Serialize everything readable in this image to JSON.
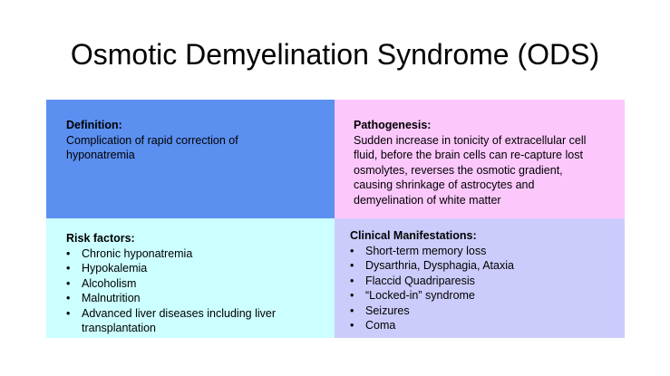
{
  "title": "Osmotic Demyelination Syndrome (ODS)",
  "colors": {
    "definition_bg": "#5b8ff0",
    "pathogenesis_bg": "#fcc8fc",
    "risk_bg": "#ccffff",
    "clinical_bg": "#ccccfc"
  },
  "definition": {
    "heading": "Definition:",
    "text": "Complication of rapid correction of hyponatremia"
  },
  "pathogenesis": {
    "heading": "Pathogenesis:",
    "text": "Sudden increase in tonicity of extracellular cell fluid, before the brain cells can re-capture lost osmolytes, reverses the osmotic gradient, causing shrinkage of astrocytes and demyelination of white matter"
  },
  "risk_factors": {
    "heading": "Risk factors:",
    "bullet": "•",
    "items": [
      "Chronic hyponatremia",
      "Hypokalemia",
      "Alcoholism",
      "Malnutrition",
      "Advanced liver diseases including liver transplantation"
    ]
  },
  "clinical": {
    "heading": "Clinical Manifestations:",
    "bullet": "•",
    "items": [
      "Short-term memory loss",
      "Dysarthria, Dysphagia, Ataxia",
      "Flaccid Quadriparesis",
      "“Locked-in” syndrome",
      "Seizures",
      "Coma"
    ]
  }
}
